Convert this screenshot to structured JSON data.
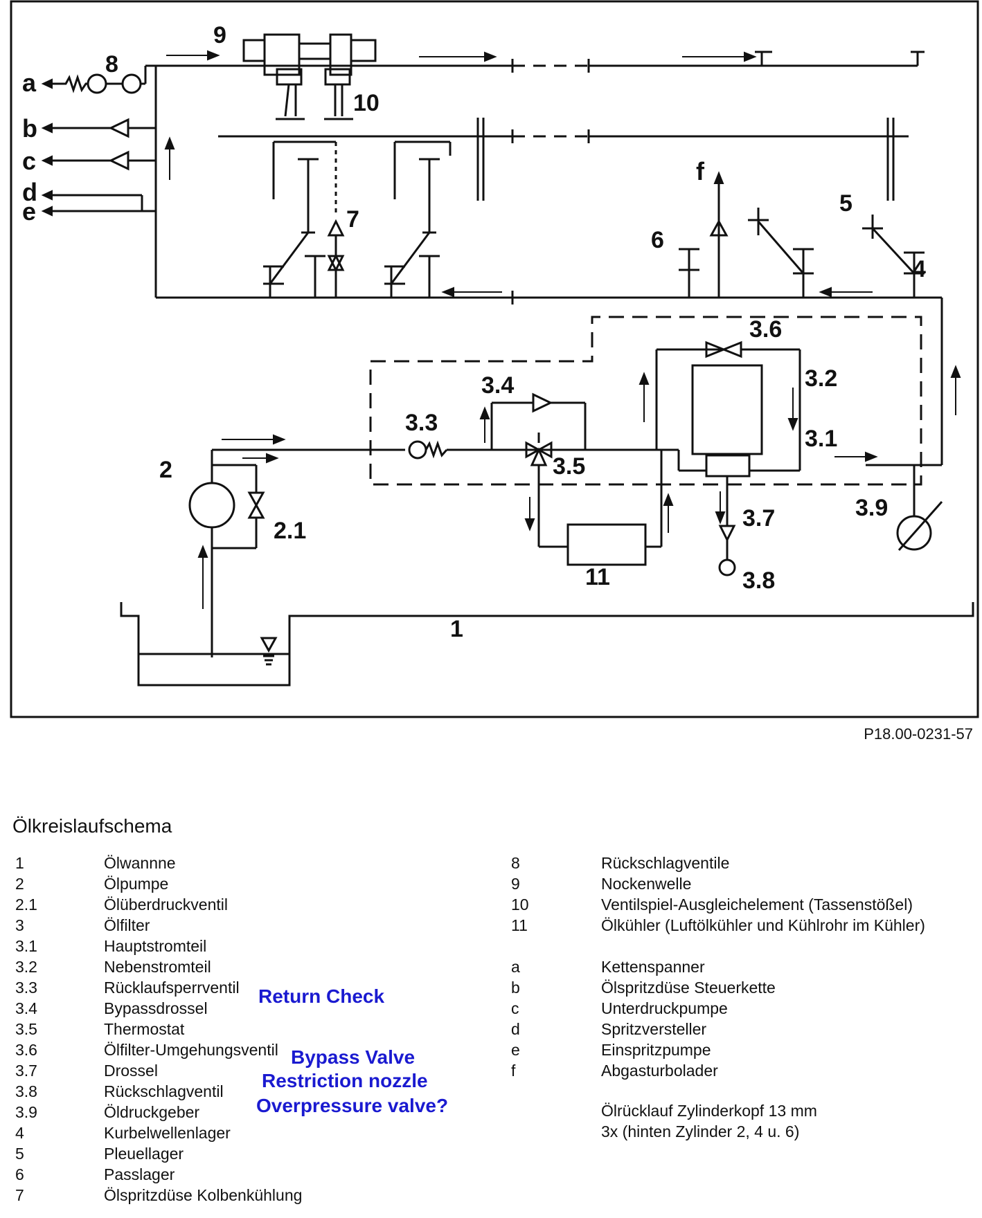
{
  "diagram": {
    "side_labels": [
      "a",
      "b",
      "c",
      "d",
      "e",
      "f"
    ],
    "component_labels": {
      "n9": "9",
      "n8": "8",
      "n10": "10",
      "n7": "7",
      "n6": "6",
      "n5": "5",
      "n4": "4",
      "n3_6": "3.6",
      "n3_2": "3.2",
      "n3_4": "3.4",
      "n3_3": "3.3",
      "n3_1": "3.1",
      "n2": "2",
      "n3_5": "3.5",
      "n2_1": "2.1",
      "n3_7": "3.7",
      "n3_9": "3.9",
      "n11": "11",
      "n3_8": "3.8",
      "n1": "1"
    },
    "ref": "P18.00-0231-57"
  },
  "title": "Ölkreislaufschema",
  "legend_left": [
    {
      "num": "1",
      "text": "Ölwannne"
    },
    {
      "num": "2",
      "text": "Ölpumpe"
    },
    {
      "num": "2.1",
      "text": "Ölüberdruckventil"
    },
    {
      "num": "3",
      "text": "Ölfilter"
    },
    {
      "num": "3.1",
      "text": "Hauptstromteil"
    },
    {
      "num": "3.2",
      "text": "Nebenstromteil"
    },
    {
      "num": "3.3",
      "text": "Rücklaufsperrventil"
    },
    {
      "num": "3.4",
      "text": "Bypassdrossel"
    },
    {
      "num": "3.5",
      "text": "Thermostat"
    },
    {
      "num": "3.6",
      "text": "Ölfilter-Umgehungsventil"
    },
    {
      "num": "3.7",
      "text": "Drossel"
    },
    {
      "num": "3.8",
      "text": "Rückschlagventil"
    },
    {
      "num": "3.9",
      "text": "Öldruckgeber"
    },
    {
      "num": "4",
      "text": "Kurbelwellenlager"
    },
    {
      "num": "5",
      "text": "Pleuellager"
    },
    {
      "num": "6",
      "text": "Passlager"
    },
    {
      "num": "7",
      "text": "Ölspritzdüse Kolbenkühlung"
    }
  ],
  "legend_right_top": [
    {
      "num": "8",
      "text": "Rückschlagventile"
    },
    {
      "num": "9",
      "text": "Nockenwelle"
    },
    {
      "num": "10",
      "text": "Ventilspiel-Ausgleichelement (Tassenstößel)"
    },
    {
      "num": "11",
      "text": "Ölkühler (Luftölkühler und Kühlrohr im Kühler)"
    }
  ],
  "legend_right_letters": [
    {
      "num": "a",
      "text": "Kettenspanner"
    },
    {
      "num": "b",
      "text": "Ölspritzdüse Steuerkette"
    },
    {
      "num": "c",
      "text": "Unterdruckpumpe"
    },
    {
      "num": "d",
      "text": "Spritzversteller"
    },
    {
      "num": "e",
      "text": "Einspritzpumpe"
    },
    {
      "num": "f",
      "text": "Abgasturbolader"
    }
  ],
  "extra_note": [
    "Ölrücklauf Zylinderkopf  13 mm",
    "3x (hinten Zylinder 2, 4 u. 6)"
  ],
  "annotations": {
    "return_check": "Return Check",
    "bypass_valve": "Bypass Valve",
    "restriction_nozzle": "Restriction nozzle",
    "overpressure_valve": "Overpressure valve?"
  },
  "colors": {
    "annotation": "#1a1ad0",
    "line": "#111111"
  }
}
